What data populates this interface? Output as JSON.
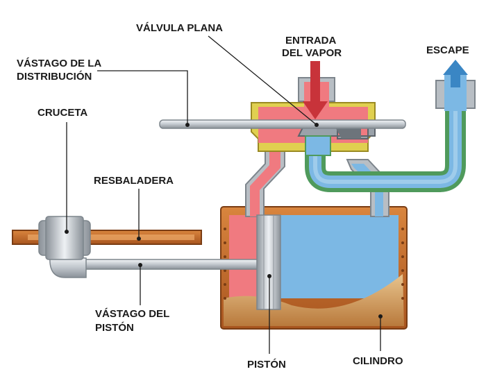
{
  "labels": {
    "valve": "VÁLVULA PLANA",
    "steam_in_1": "ENTRADA",
    "steam_in_2": "DEL VAPOR",
    "exhaust": "ESCAPE",
    "valve_rod_1": "VÁSTAGO DE LA",
    "valve_rod_2": "DISTRIBUCIÓN",
    "crosshead": "CRUCETA",
    "slide": "RESBALADERA",
    "piston_rod_1": "VÁSTAGO DEL",
    "piston_rod_2": "PISTÓN",
    "piston": "PISTÓN",
    "cylinder": "CILINDRO"
  },
  "colors": {
    "steam": "#f07a80",
    "exhaust": "#7cb8e4",
    "exhaust_pipe_frame": "#4f9a5c",
    "brass": "#e0d050",
    "copper": "#c66a2a",
    "lubricant": "#d7a76a",
    "steel": "#b8bec4",
    "arrow_in": "#c8333a",
    "arrow_out": "#3a86c4"
  },
  "icons": {
    "steam_in": "arrow-down-icon",
    "exhaust_out": "arrow-up-icon"
  }
}
